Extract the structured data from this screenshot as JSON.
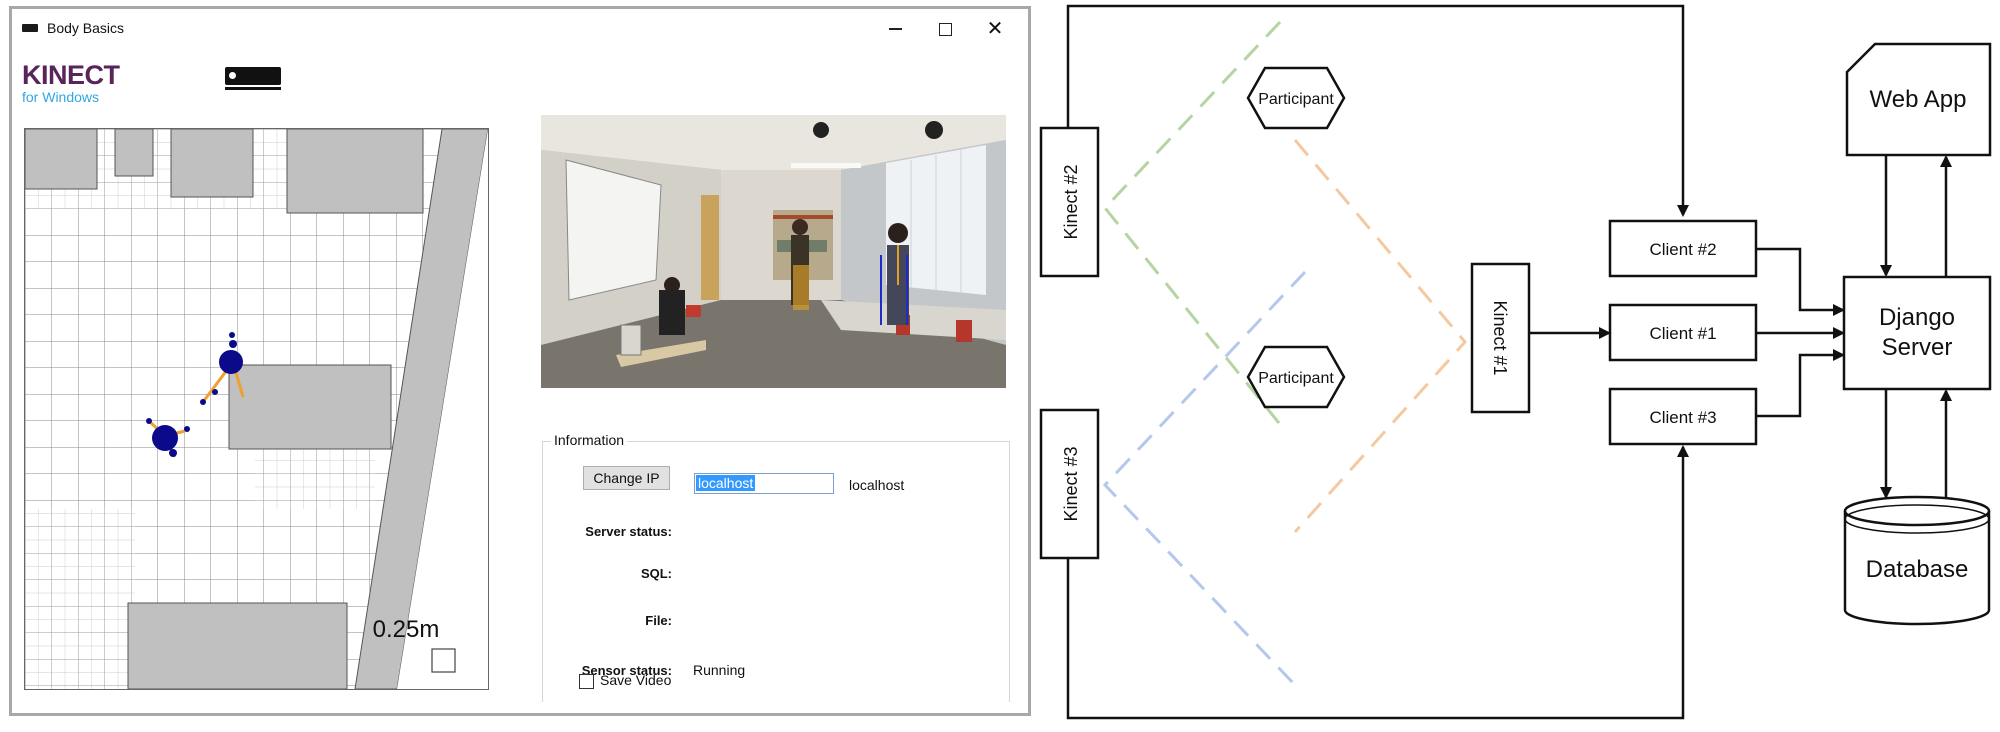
{
  "window": {
    "title": "Body Basics",
    "logo_main": "KINECT",
    "logo_sub": "for Windows",
    "close_glyph": "✕"
  },
  "map": {
    "scale_label": "0.25m"
  },
  "information": {
    "legend": "Information",
    "change_ip_button": "Change IP",
    "ip_input_value": "localhost",
    "ip_current": "localhost",
    "server_status_label": "Server status:",
    "server_status_value": "",
    "sql_label": "SQL:",
    "sql_value": "",
    "file_label": "File:",
    "file_value": "",
    "sensor_status_label": "Sensor status:",
    "sensor_status_value": "Running",
    "save_video_label": "Save Video",
    "save_video_checked": false
  },
  "diagram": {
    "kinect2": "Kinect #2",
    "kinect3": "Kinect #3",
    "kinect1": "Kinect #1",
    "participant_top": "Participant",
    "participant_bottom": "Participant",
    "client2": "Client #2",
    "client1": "Client #1",
    "client3": "Client #3",
    "django_line1": "Django",
    "django_line2": "Server",
    "webapp": "Web App",
    "database": "Database"
  },
  "colors": {
    "kinect_purple": "#58245a",
    "kinect_blue": "#32a6e0",
    "selection_blue": "#3399ff",
    "skeleton_blue": "#0a0a8a",
    "skeleton_orange": "#f0a030",
    "dash_green": "#b6d4a3",
    "dash_orange": "#f5c9a0",
    "dash_blue": "#b4c8ec"
  }
}
